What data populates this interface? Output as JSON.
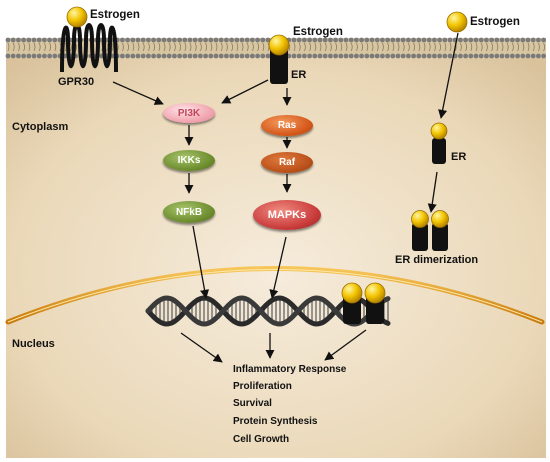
{
  "labels": {
    "estrogen_1": "Estrogen",
    "estrogen_2": "Estrogen",
    "estrogen_3": "Estrogen",
    "gpr30": "GPR30",
    "er_membrane": "ER",
    "er_cytoplasm": "ER",
    "er_dimerization": "ER dimerization",
    "cytoplasm": "Cytoplasm",
    "nucleus": "Nucleus"
  },
  "nodes": {
    "pi3k": "PI3K",
    "ikks": "IKKs",
    "nfkb": "NFkB",
    "ras": "Ras",
    "raf": "Raf",
    "mapks": "MAPKs"
  },
  "outcomes": [
    "Inflammatory Response",
    "Proliferation",
    "Survival",
    "Protein Synthesis",
    "Cell Growth"
  ],
  "colors": {
    "estrogen": "#f2c400",
    "receptor": "#111111",
    "pi3k": "#f2a7b2",
    "ikks_nfkb": "#6c8c2e",
    "ras_raf": "#d4571a",
    "mapks": "#c83a3a",
    "nuclear_envelope": "#e59a1a",
    "cell_interior": "#ead8b8"
  }
}
